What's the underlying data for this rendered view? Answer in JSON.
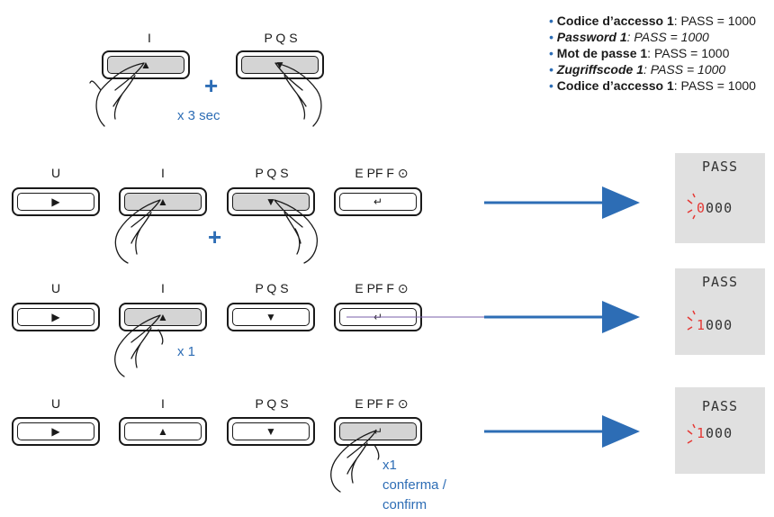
{
  "top_section": {
    "btn_I_label": "I",
    "btn_PQS_label": "P Q S",
    "plus": "+",
    "duration": "x 3 sec"
  },
  "legend": [
    {
      "bold": "Codice d’accesso 1",
      "rest": ": PASS = 1000",
      "italic": false
    },
    {
      "bold": "Password 1",
      "rest": ": PASS = 1000",
      "italic": true
    },
    {
      "bold": "Mot de passe 1",
      "rest": ": PASS = 1000",
      "italic": false
    },
    {
      "bold": "Zugriffscode 1",
      "rest": ":  PASS = 1000",
      "italic": true
    },
    {
      "bold": "Codice d’accesso 1",
      "rest": ": PASS = 1000",
      "italic": false
    }
  ],
  "bullet": "•",
  "rows": [
    {
      "labels": [
        "U",
        "I",
        "P Q S",
        "E PF F ⊙"
      ],
      "plus": "+",
      "lcd_top": "PASS",
      "lcd_bottom": "0000",
      "blink_digit": "0"
    },
    {
      "labels": [
        "U",
        "I",
        "P Q S",
        "E PF F ⊙"
      ],
      "count": "x 1",
      "lcd_top": "PASS",
      "lcd_bottom": "1000",
      "blink_digit": "1"
    },
    {
      "labels": [
        "U",
        "I",
        "P Q S",
        "E PF F ⊙"
      ],
      "count": "x1",
      "confirm_line1": "conferma /",
      "confirm_line2": "confirm",
      "lcd_top": "PASS",
      "lcd_bottom": "1000",
      "blink_digit": "1"
    }
  ],
  "button_icons": [
    "play-icon",
    "up-triangle-icon",
    "down-triangle-icon",
    "enter-return-icon"
  ],
  "colors": {
    "accent": "#2d6db5",
    "blink": "#e53935",
    "lcd_bg": "#e0e0e0",
    "pressed": "#d4d4d4"
  }
}
